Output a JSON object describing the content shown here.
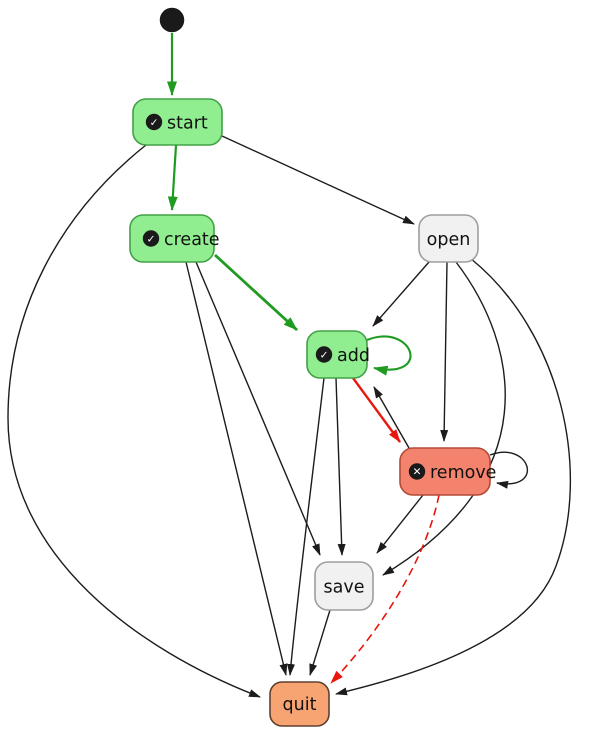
{
  "diagram": {
    "type": "state-machine",
    "palette": {
      "black_edge": "#1c1c1c",
      "green_edge": "#1e9b20",
      "red_edge": "#e8160c",
      "initial_dot": "#1a1a1a",
      "green_node_fill": "#90ee90",
      "green_node_stroke": "#43a047",
      "gray_node_fill": "#f1f1f1",
      "gray_node_stroke": "#9e9e9e",
      "remove_node_fill": "#f4836e",
      "remove_node_stroke": "#b34a38",
      "quit_node_fill": "#f7a472",
      "quit_node_stroke": "#5f4030"
    },
    "icon_glyphs": {
      "check": "✓",
      "x": "✕"
    },
    "nodes": {
      "initial": {
        "label": "",
        "kind": "initial-state"
      },
      "start": {
        "label": "start",
        "icon": "check-circle"
      },
      "create": {
        "label": "create",
        "icon": "check-circle"
      },
      "open": {
        "label": "open"
      },
      "add": {
        "label": "add",
        "icon": "check-circle"
      },
      "remove": {
        "label": "remove",
        "icon": "x-circle"
      },
      "save": {
        "label": "save"
      },
      "quit": {
        "label": "quit"
      }
    },
    "edges": [
      {
        "from": "initial",
        "to": "start",
        "color": "green",
        "style": "solid"
      },
      {
        "from": "start",
        "to": "create",
        "color": "green",
        "style": "solid"
      },
      {
        "from": "start",
        "to": "open",
        "color": "black",
        "style": "solid"
      },
      {
        "from": "start",
        "to": "quit",
        "color": "black",
        "style": "solid"
      },
      {
        "from": "create",
        "to": "add",
        "color": "green",
        "style": "solid"
      },
      {
        "from": "create",
        "to": "save",
        "color": "black",
        "style": "solid"
      },
      {
        "from": "create",
        "to": "quit",
        "color": "black",
        "style": "solid"
      },
      {
        "from": "open",
        "to": "add",
        "color": "black",
        "style": "solid"
      },
      {
        "from": "open",
        "to": "remove",
        "color": "black",
        "style": "solid"
      },
      {
        "from": "open",
        "to": "save",
        "color": "black",
        "style": "solid"
      },
      {
        "from": "open",
        "to": "quit",
        "color": "black",
        "style": "solid"
      },
      {
        "from": "add",
        "to": "add",
        "color": "green",
        "style": "solid"
      },
      {
        "from": "add",
        "to": "remove",
        "color": "red",
        "style": "solid"
      },
      {
        "from": "add",
        "to": "save",
        "color": "black",
        "style": "solid"
      },
      {
        "from": "add",
        "to": "quit",
        "color": "black",
        "style": "solid"
      },
      {
        "from": "remove",
        "to": "add",
        "color": "black",
        "style": "solid"
      },
      {
        "from": "remove",
        "to": "remove",
        "color": "black",
        "style": "solid"
      },
      {
        "from": "remove",
        "to": "save",
        "color": "black",
        "style": "solid"
      },
      {
        "from": "remove",
        "to": "quit",
        "color": "red",
        "style": "dashed"
      },
      {
        "from": "save",
        "to": "quit",
        "color": "black",
        "style": "solid"
      }
    ]
  }
}
